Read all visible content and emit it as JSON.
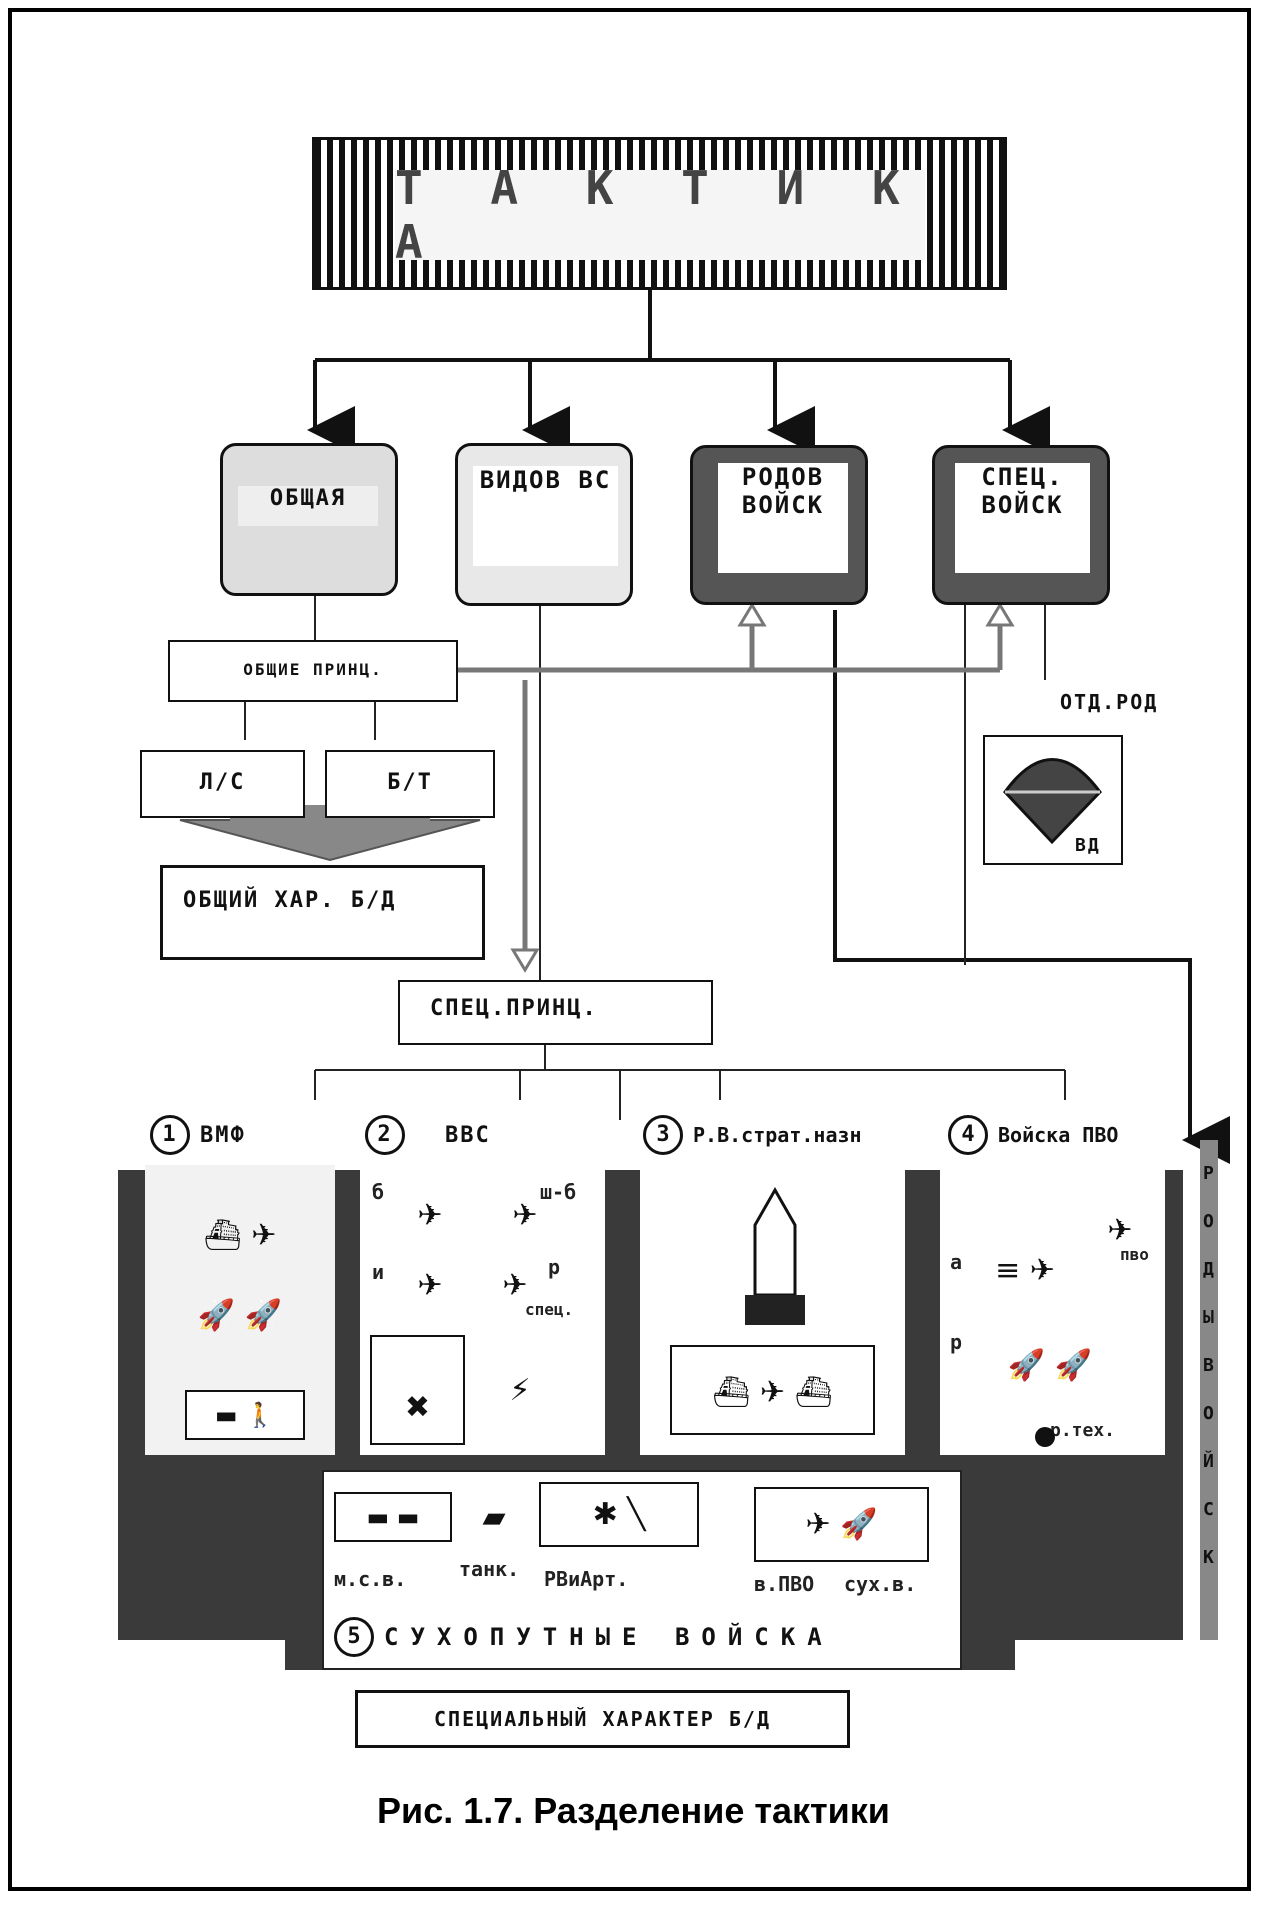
{
  "title": "Т А К Т И К А",
  "categories": {
    "general": "ОБЩАЯ",
    "services": "ВИДОВ ВС",
    "arms": "РОДОВ ВОЙСК",
    "special": "СПЕЦ. ВОЙСК"
  },
  "general_principles": "ОБЩИЕ ПРИНЦ.",
  "personnel": "Л/С",
  "equipment": "Б/Т",
  "general_character": "ОБЩИЙ ХАР. Б/Д",
  "separate_arm": "ОТД.РОД",
  "airborne": "ВД",
  "special_principles": "СПЕЦ.ПРИНЦ.",
  "branches": [
    {
      "num": "1",
      "label": "ВМФ"
    },
    {
      "num": "2",
      "label": "ВВС"
    },
    {
      "num": "3",
      "label": "Р.В.страт.назн"
    },
    {
      "num": "4",
      "label": "Войска ПВО"
    }
  ],
  "air_force_marks": {
    "b": "б",
    "shb": "ш-б",
    "i": "и",
    "r": "р",
    "spec": "спец."
  },
  "air_defense_marks": {
    "a": "а",
    "r": "р",
    "pvo": "пво",
    "rtech": "р.тех."
  },
  "ground_units": [
    "м.с.в.",
    "танк.",
    "РВиАрт.",
    "в.ПВО",
    "сух.в."
  ],
  "ground_num": "5",
  "ground_title": "СУХОПУТНЫЕ ВОЙСКА",
  "special_character": "СПЕЦИАЛЬНЫЙ ХАРАКТЕР Б/Д",
  "side_label": "РОДЫ ВОЙСК",
  "caption": "Рис. 1.7. Разделение тактики"
}
